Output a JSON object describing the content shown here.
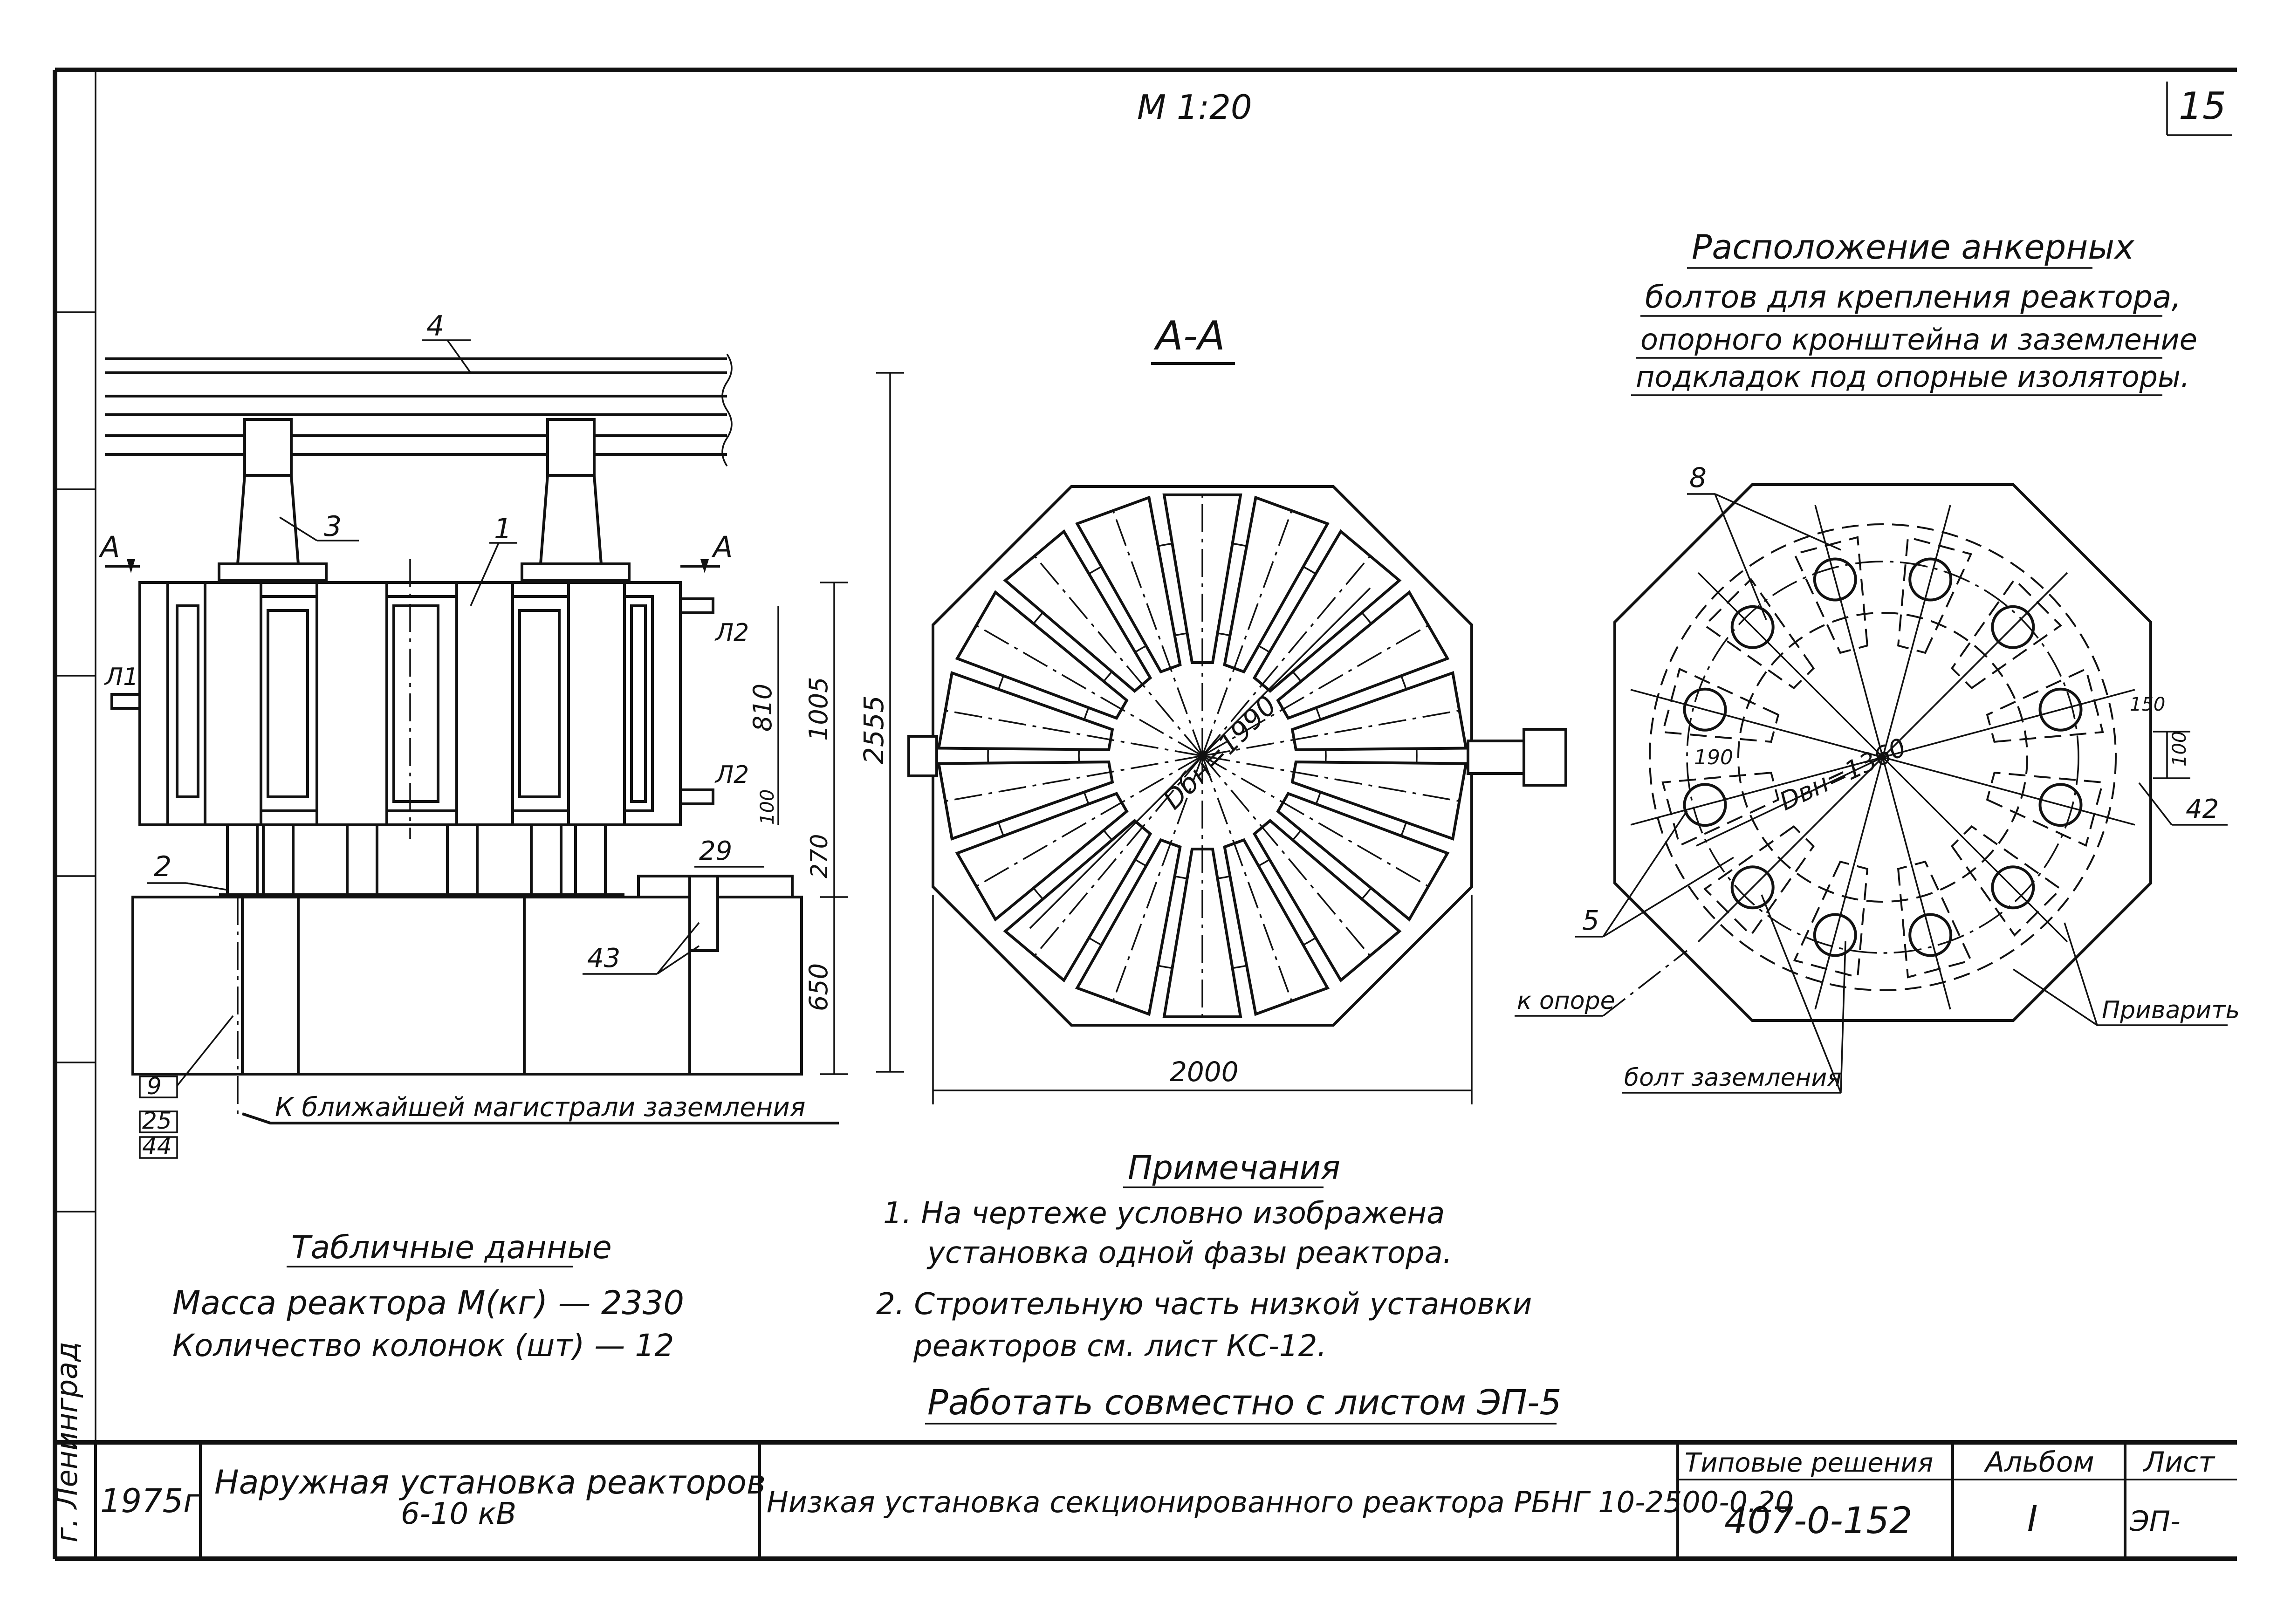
{
  "sheet": {
    "scale": "М 1:20",
    "sheet_number": "15",
    "left_margin_city": "г. Ленинград"
  },
  "section_view": {
    "title": "А-А",
    "diameter_label": "Dбн=1990",
    "width_label": "2000"
  },
  "anchor_view": {
    "title_lines": [
      "Расположение анкерных",
      "болтов для крепления реактора,",
      "опорного кронштейна и заземление",
      "подкладок под опорные изоляторы."
    ],
    "diameter_label": "Dвн=1360",
    "dim_190": "190",
    "dim_150": "150",
    "dim_100": "100",
    "callout_8": "8",
    "callout_5": "5",
    "callout_42": "42",
    "label_to_support": "к опоре",
    "label_weld": "Приварить",
    "label_ground_bolt": "болт заземления"
  },
  "elevation_view": {
    "section_mark_left": "А",
    "section_mark_right": "А",
    "callout_4": "4",
    "callout_3": "3",
    "callout_1": "1",
    "callout_2": "2",
    "callout_29": "29",
    "callout_43": "43",
    "callout_9": "9",
    "callout_25": "25",
    "callout_44": "44",
    "lead_l1": "Л1",
    "lead_l2_top": "Л2",
    "lead_l2_bottom": "Л2",
    "dim_2555": "2555",
    "dim_1005": "1005",
    "dim_810": "810",
    "dim_100": "100",
    "dim_270": "270",
    "dim_650": "650",
    "ground_note": "К ближайшей магистрали заземления"
  },
  "table_data": {
    "title": "Табличные данные",
    "rows": [
      "Масса реактора  М(кг)  —  2330",
      "Количество колонок (шт)  —  12"
    ]
  },
  "notes": {
    "title": "Примечания",
    "items": [
      "1. На чертеже условно изображена",
      "установка одной фазы реактора.",
      "2. Строительную часть низкой установки",
      "реакторов см. лист КС-12."
    ],
    "joint_note": "Работать совместно с листом ЭП-5"
  },
  "title_block": {
    "year": "1975г",
    "project_line1": "Наружная установка реакторов",
    "project_line2": "6-10 кВ",
    "drawing_title": "Низкая установка секционированного реактора РБНГ 10-2500-0.20",
    "series_label": "Типовые решения",
    "series_value": "407-0-152",
    "album_label": "Альбом",
    "album_value": "I",
    "sheet_label": "Лист",
    "sheet_value": "ЭП-"
  }
}
